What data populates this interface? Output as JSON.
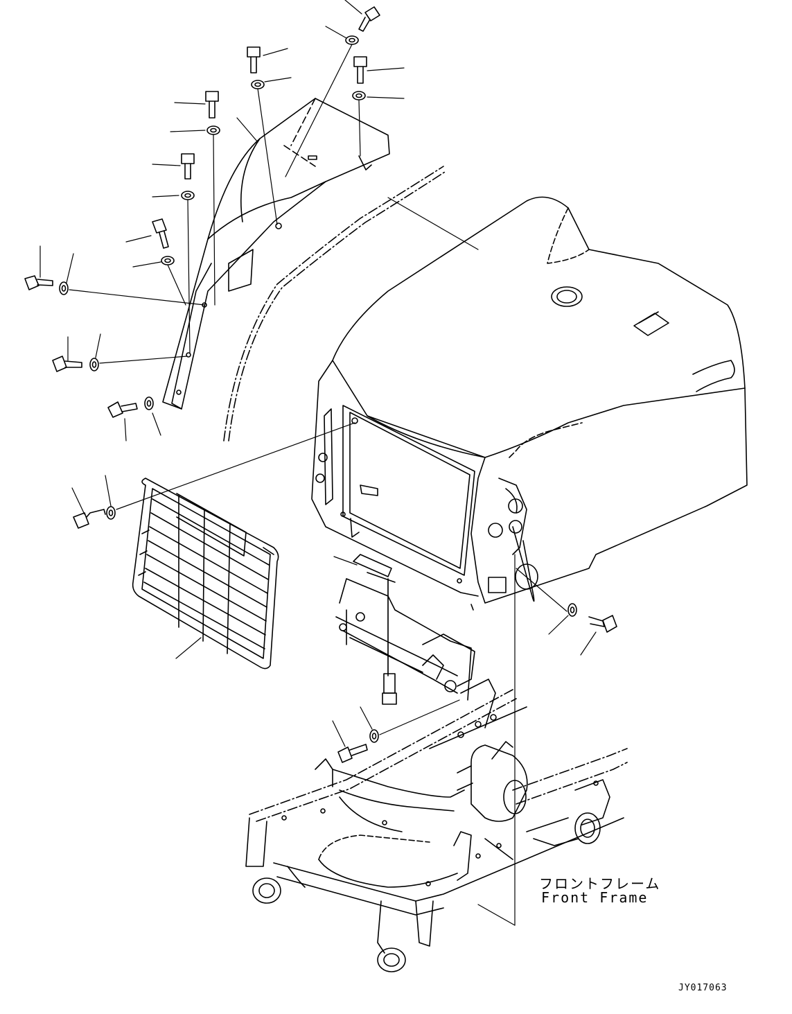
{
  "labels": {
    "front_frame_ja": "フロントフレーム",
    "front_frame_en": "Front Frame",
    "drawing_code": "JY017063"
  },
  "colors": {
    "line": "#000000",
    "background": "#ffffff"
  }
}
